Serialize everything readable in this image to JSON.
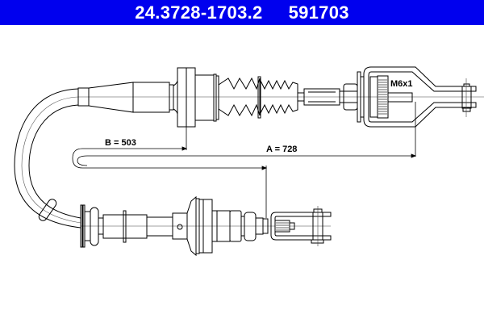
{
  "header": {
    "part_number": "24.3728-1703.2",
    "ref_number": "591703",
    "background_color": "#0000ee",
    "text_color": "#ffffff"
  },
  "dimensions": {
    "a_label": "A = 728",
    "b_label": "B = 503",
    "thread_label": "M6x1"
  },
  "components": [
    "clutch-cable-outer-sheath",
    "upper-adjuster-end",
    "rubber-bellows",
    "threaded-rod-with-nut",
    "upper-fork-clevis",
    "sheath-clip",
    "lower-end-fitting",
    "lower-fork-clevis"
  ]
}
